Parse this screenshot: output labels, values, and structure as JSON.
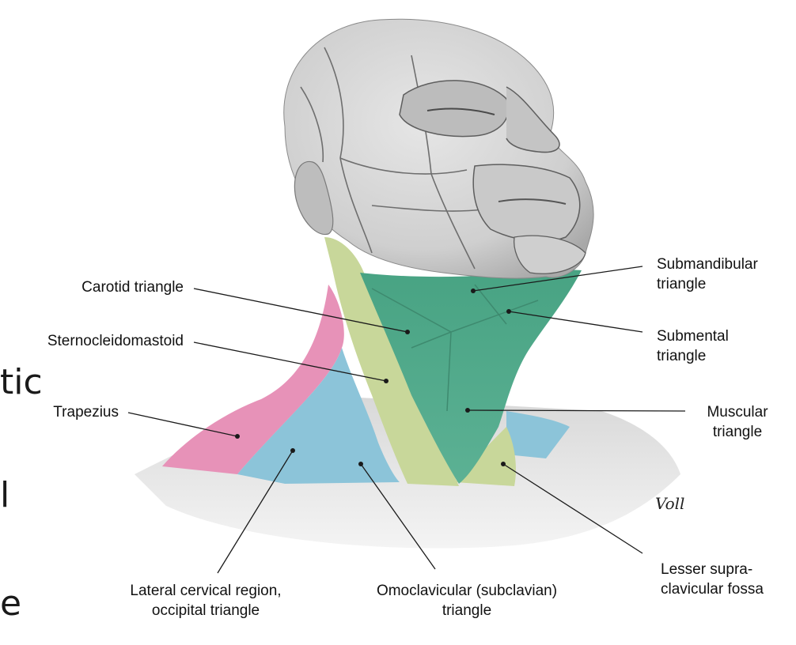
{
  "slide_fragments": [
    "tic",
    "l",
    "e"
  ],
  "signature": "Voll",
  "labels": {
    "carotid": "Carotid triangle",
    "scm": "Sternocleidomastoid",
    "trapezius": "Trapezius",
    "submandibular": "Submandibular\ntriangle",
    "submental": "Submental\ntriangle",
    "muscular": "Muscular\ntriangle",
    "lesser": "Lesser supra-\nclavicular fossa",
    "lateral": "Lateral cervical region,\noccipital triangle",
    "omoclavicular": "Omoclavicular (subclavian)\ntriangle"
  },
  "colors": {
    "skin": "#d4d4d4",
    "skin_shadow": "#a9a9a9",
    "green_region": "#4fa98a",
    "scm_region": "#c8d79a",
    "blue_region": "#8cc4d9",
    "pink_region": "#e792b8",
    "outline": "#6e6e6e"
  }
}
